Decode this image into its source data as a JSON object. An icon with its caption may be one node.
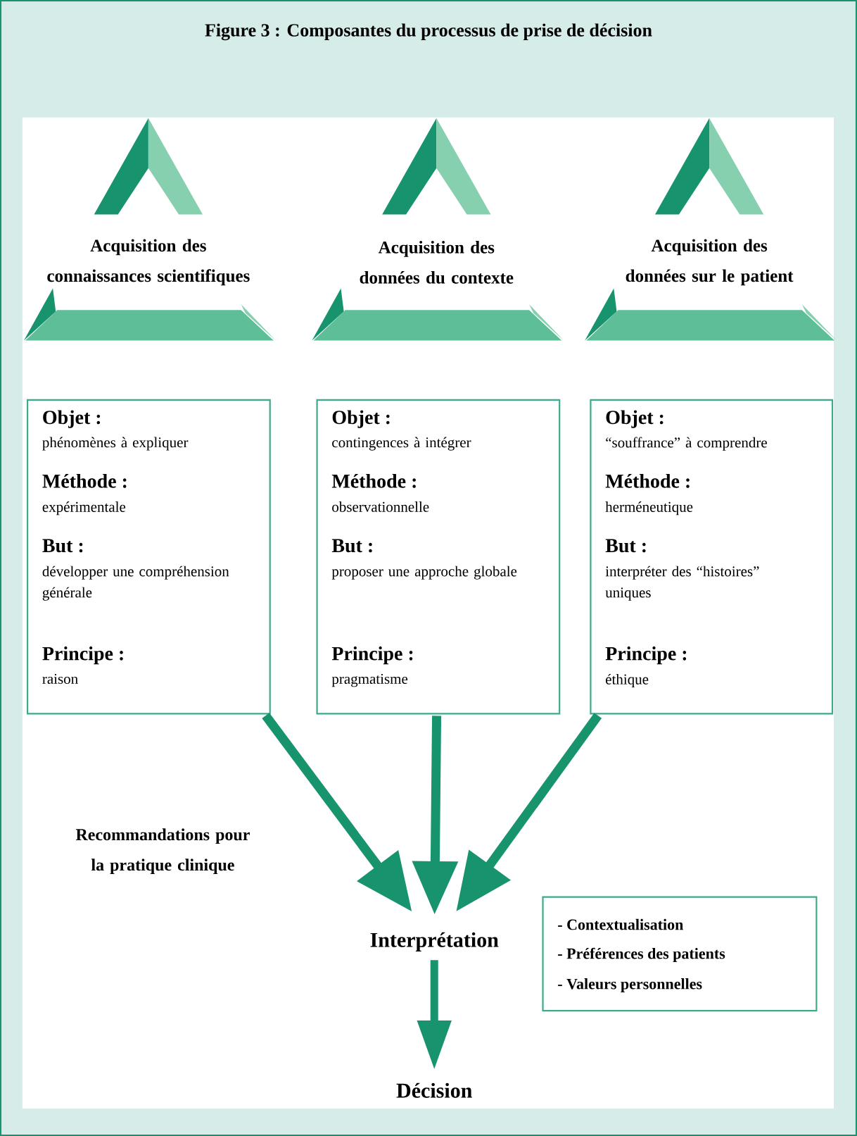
{
  "diagram": {
    "title": "Figure 3 : Composantes du processus de prise de décision",
    "nodes": [
      {
        "text": [
          "Acquisition des connaissances scientifiques"
        ]
      },
      {
        "text": [
          "Acquisition des données du contexte"
        ]
      },
      {
        "text": [
          "Acquisition des données sur le patient"
        ]
      },
      {
        "text": [
          "Objet :",
          "phénomènes à expliquer",
          "Méthode :",
          "expérimentale",
          "But :",
          "développer une compréhension générale",
          "Principe :",
          "raison"
        ]
      },
      {
        "text": [
          "Objet :",
          "contingences à intégrer",
          "Méthode :",
          "observationnelle",
          "But :",
          "proposer une approche globale",
          "Principe :",
          "pragmatisme"
        ]
      },
      {
        "text": [
          "Objet :",
          "“souffrance” à comprendre",
          "Méthode :",
          "herméneutique",
          "But :",
          "interpréter des “histoires” uniques",
          "Principe :",
          "éthique"
        ]
      },
      {
        "text": [
          "Interprétation"
        ]
      },
      {
        "text": [
          "Décision"
        ]
      },
      {
        "text": [
          "- Contextualisation",
          "- Préférences des patients",
          "- Valeurs personnelles"
        ]
      }
    ],
    "edges": [
      {
        "from": 3,
        "to": 6,
        "arrow": "to"
      },
      {
        "from": 4,
        "to": 6,
        "arrow": "to"
      },
      {
        "from": 5,
        "to": 6,
        "arrow": "to"
      },
      {
        "from": 6,
        "to": 7,
        "arrow": "to"
      }
    ],
    "labels": [
      "Recommandations pour la pratique clinique"
    ]
  }
}
